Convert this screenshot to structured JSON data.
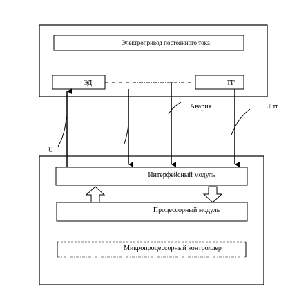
{
  "drive": {
    "title": "Электропривод постоянного тока",
    "motor_label": "ЭД",
    "tacho_label": "ТГ"
  },
  "signals": {
    "alarm_label": "Авария",
    "tacho_voltage_label": "U тг",
    "control_voltage_label": "U"
  },
  "controller": {
    "interface_module_label": "Интерфейсный модуль",
    "processor_module_label": "Процессорный модуль",
    "mcu_label": "Микропроцессорный контроллер"
  }
}
